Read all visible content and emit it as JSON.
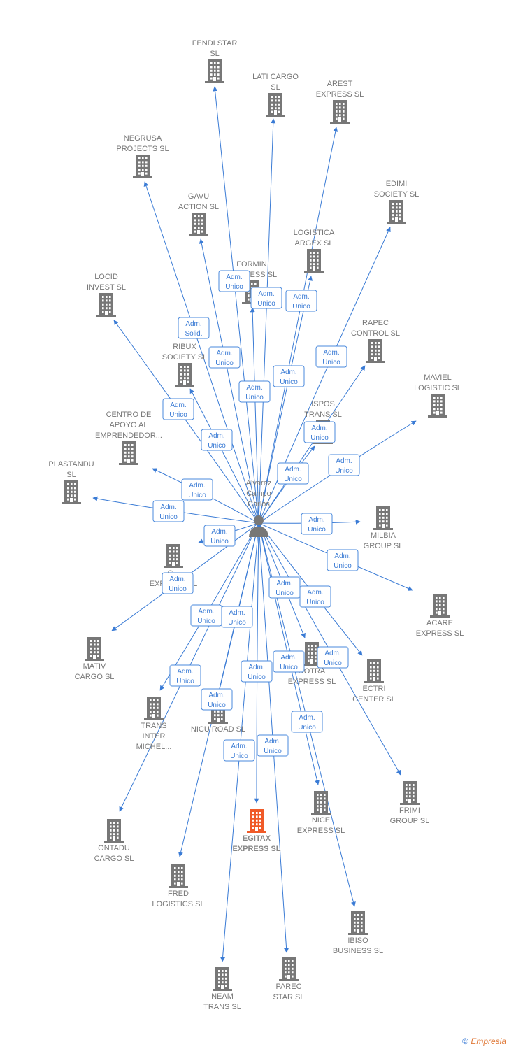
{
  "center": {
    "name": [
      "Alvarez",
      "Campo",
      "Carlos"
    ],
    "icon": "person-icon"
  },
  "nodes": [
    {
      "id": "fendi",
      "label": [
        "FENDI STAR",
        "SL"
      ],
      "hl": false
    },
    {
      "id": "lati",
      "label": [
        "LATI CARGO",
        "SL"
      ],
      "hl": false
    },
    {
      "id": "arest",
      "label": [
        "AREST",
        "EXPRESS  SL"
      ],
      "hl": false
    },
    {
      "id": "negrusa",
      "label": [
        "NEGRUSA",
        "PROJECTS  SL"
      ],
      "hl": false
    },
    {
      "id": "edimi",
      "label": [
        "EDIMI",
        "SOCIETY  SL"
      ],
      "hl": false
    },
    {
      "id": "gavu",
      "label": [
        "GAVU",
        "ACTION  SL"
      ],
      "hl": false
    },
    {
      "id": "logistica",
      "label": [
        "LOGISTICA",
        "ARGEX  SL"
      ],
      "hl": false
    },
    {
      "id": "formin",
      "label": [
        "FORMIN",
        "BUSINESS  SL"
      ],
      "hl": false
    },
    {
      "id": "locid",
      "label": [
        "LOCID",
        "INVEST  SL"
      ],
      "hl": false
    },
    {
      "id": "rapec",
      "label": [
        "RAPEC",
        "CONTROL  SL"
      ],
      "hl": false
    },
    {
      "id": "ribux",
      "label": [
        "RIBUX",
        "SOCIETY  SL"
      ],
      "hl": false
    },
    {
      "id": "maviel",
      "label": [
        "MAVIEL",
        "LOGISTIC  SL"
      ],
      "hl": false
    },
    {
      "id": "ispos",
      "label": [
        "ISPOS",
        "TRANS  SL"
      ],
      "hl": false
    },
    {
      "id": "centro",
      "label": [
        "CENTRO DE",
        "APOYO AL",
        "EMPRENDEDOR..."
      ],
      "hl": false
    },
    {
      "id": "plastandu",
      "label": [
        "PLASTANDU",
        "SL"
      ],
      "hl": false
    },
    {
      "id": "milbia",
      "label": [
        "MILBIA",
        "GROUP  SL"
      ],
      "hl": false
    },
    {
      "id": "cexp",
      "label": [
        "C...",
        "EXPRESS  SL"
      ],
      "hl": false
    },
    {
      "id": "acare",
      "label": [
        "ACARE",
        "EXPRESS  SL"
      ],
      "hl": false
    },
    {
      "id": "mativ",
      "label": [
        "MATIV",
        "CARGO  SL"
      ],
      "hl": false
    },
    {
      "id": "notra",
      "label": [
        "NOTRA",
        "EXPRESS  SL"
      ],
      "hl": false
    },
    {
      "id": "ectri",
      "label": [
        "ECTRI",
        "CENTER  SL"
      ],
      "hl": false
    },
    {
      "id": "trans",
      "label": [
        "TRANS",
        "INTER",
        "MICHEL..."
      ],
      "hl": false
    },
    {
      "id": "nicu",
      "label": [
        "NICU ROAD  SL"
      ],
      "hl": false
    },
    {
      "id": "frimi",
      "label": [
        "FRIMI",
        "GROUP  SL"
      ],
      "hl": false
    },
    {
      "id": "nice",
      "label": [
        "NICE",
        "EXPRESS  SL"
      ],
      "hl": false
    },
    {
      "id": "egitax",
      "label": [
        "EGITAX",
        "EXPRESS  SL"
      ],
      "hl": true
    },
    {
      "id": "ontadu",
      "label": [
        "ONTADU",
        "CARGO  SL"
      ],
      "hl": false
    },
    {
      "id": "fred",
      "label": [
        "FRED",
        "LOGISTICS  SL"
      ],
      "hl": false
    },
    {
      "id": "ibiso",
      "label": [
        "IBISO",
        "BUSINESS  SL"
      ],
      "hl": false
    },
    {
      "id": "neam",
      "label": [
        "NEAM",
        "TRANS  SL"
      ],
      "hl": false
    },
    {
      "id": "parec",
      "label": [
        "PAREC",
        "STAR  SL"
      ],
      "hl": false
    }
  ],
  "edges": [
    {
      "to": "fendi",
      "role": [
        "Adm.",
        "Unico"
      ]
    },
    {
      "to": "lati",
      "role": [
        "Adm.",
        "Unico"
      ]
    },
    {
      "to": "arest",
      "role": [
        "Adm.",
        "Unico"
      ]
    },
    {
      "to": "negrusa",
      "role": [
        "Adm.",
        "Solid."
      ]
    },
    {
      "to": "edimi",
      "role": [
        "Adm.",
        "Unico"
      ]
    },
    {
      "to": "gavu",
      "role": [
        "Adm.",
        "Unico"
      ]
    },
    {
      "to": "logistica",
      "role": [
        "Adm.",
        "Unico"
      ]
    },
    {
      "to": "formin",
      "role": [
        "Adm.",
        "Unico"
      ]
    },
    {
      "to": "locid",
      "role": [
        "Adm.",
        "Unico"
      ]
    },
    {
      "to": "rapec",
      "role": [
        "Adm.",
        "Unico"
      ]
    },
    {
      "to": "ribux",
      "role": [
        "Adm.",
        "Unico"
      ]
    },
    {
      "to": "maviel",
      "role": [
        "Adm.",
        "Unico"
      ]
    },
    {
      "to": "ispos",
      "role": [
        "Adm.",
        "Unico"
      ]
    },
    {
      "to": "centro",
      "role": [
        "Adm.",
        "Unico"
      ]
    },
    {
      "to": "plastandu",
      "role": [
        "Adm.",
        "Unico"
      ]
    },
    {
      "to": "milbia",
      "role": [
        "Adm.",
        "Unico"
      ]
    },
    {
      "to": "cexp",
      "role": [
        "Adm.",
        "Unico"
      ]
    },
    {
      "to": "acare",
      "role": [
        "Adm.",
        "Unico"
      ]
    },
    {
      "to": "mativ",
      "role": [
        "Adm.",
        "Unico"
      ]
    },
    {
      "to": "notra",
      "role": [
        "Adm.",
        "Unico"
      ]
    },
    {
      "to": "ectri",
      "role": [
        "Adm.",
        "Unico"
      ]
    },
    {
      "to": "trans",
      "role": [
        "Adm.",
        "Unico"
      ]
    },
    {
      "to": "nicu",
      "role": [
        "Adm.",
        "Unico"
      ]
    },
    {
      "to": "frimi",
      "role": [
        "Adm.",
        "Unico"
      ]
    },
    {
      "to": "nice",
      "role": [
        "Adm.",
        "Unico"
      ]
    },
    {
      "to": "egitax",
      "role": [
        "Adm.",
        "Unico"
      ]
    },
    {
      "to": "ontadu",
      "role": [
        "Adm.",
        "Unico"
      ]
    },
    {
      "to": "fred",
      "role": [
        "Adm.",
        "Unico"
      ]
    },
    {
      "to": "ibiso",
      "role": [
        "Adm.",
        "Unico"
      ]
    },
    {
      "to": "neam",
      "role": [
        "Adm.",
        "Unico"
      ]
    },
    {
      "to": "parec",
      "role": [
        "Adm.",
        "Unico"
      ]
    }
  ],
  "colors": {
    "edge": "#3a7bd5",
    "building": "#777777",
    "highlight": "#f05a28"
  },
  "footer": {
    "copyright": "©",
    "brand": "Empresia"
  }
}
